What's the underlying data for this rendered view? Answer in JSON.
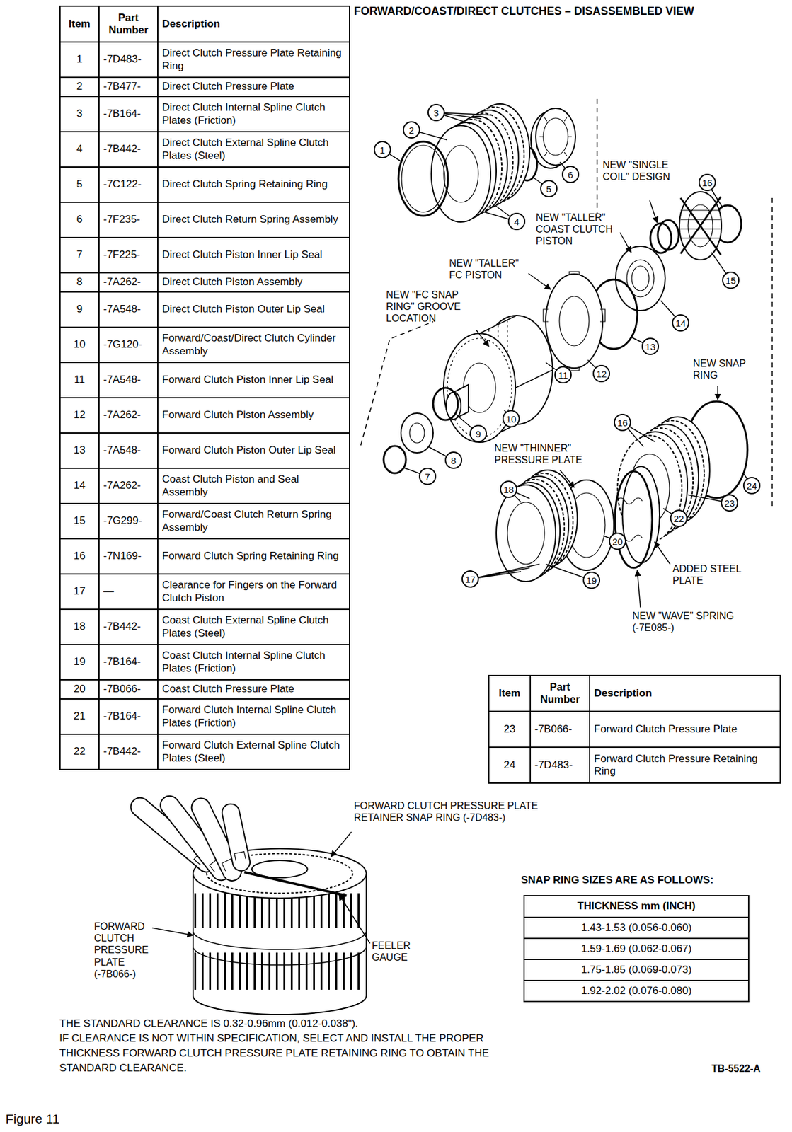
{
  "diagram": {
    "title": "FORWARD/COAST/DIRECT CLUTCHES – DISASSEMBLED VIEW",
    "caption": "Figure 11",
    "nodes": [
      {
        "text": [
          "3"
        ]
      },
      {
        "text": [
          "2"
        ]
      },
      {
        "text": [
          "1"
        ]
      },
      {
        "text": [
          "6"
        ]
      },
      {
        "text": [
          "16"
        ]
      },
      {
        "text": [
          "5"
        ]
      },
      {
        "text": [
          "4"
        ]
      },
      {
        "text": [
          "15"
        ]
      },
      {
        "text": [
          "14"
        ]
      },
      {
        "text": [
          "13"
        ]
      },
      {
        "text": [
          "12"
        ]
      },
      {
        "text": [
          "11"
        ]
      },
      {
        "text": [
          "10"
        ]
      },
      {
        "text": [
          "16"
        ]
      },
      {
        "text": [
          "9"
        ]
      },
      {
        "text": [
          "8"
        ]
      },
      {
        "text": [
          "7"
        ]
      },
      {
        "text": [
          "24"
        ]
      },
      {
        "text": [
          "18"
        ]
      },
      {
        "text": [
          "23"
        ]
      },
      {
        "text": [
          "22"
        ]
      },
      {
        "text": [
          "20"
        ]
      },
      {
        "text": [
          "17"
        ]
      },
      {
        "text": [
          "19"
        ]
      }
    ],
    "labels": [
      "Item",
      "Part Number",
      "Description",
      "1",
      "-7D483-",
      "Direct Clutch Pressure Plate Retaining Ring",
      "2",
      "-7B477-",
      "Direct Clutch Pressure Plate",
      "3",
      "-7B164-",
      "Direct Clutch Internal Spline Clutch Plates (Friction)",
      "4",
      "-7B442-",
      "Direct Clutch External Spline Clutch Plates (Steel)",
      "5",
      "-7C122-",
      "Direct Clutch Spring Retaining Ring",
      "6",
      "-7F235-",
      "Direct Clutch Return Spring Assembly",
      "7",
      "-7F225-",
      "Direct Clutch Piston Inner Lip Seal",
      "8",
      "-7A262-",
      "Direct Clutch Piston Assembly",
      "9",
      "-7A548-",
      "Direct Clutch Piston Outer Lip Seal",
      "10",
      "-7G120-",
      "Forward/Coast/Direct Clutch Cylinder Assembly",
      "11",
      "-7A548-",
      "Forward Clutch Piston Inner Lip Seal",
      "12",
      "-7A262-",
      "Forward Clutch Piston Assembly",
      "13",
      "-7A548-",
      "Forward Clutch Piston Outer Lip Seal",
      "14",
      "-7A262-",
      "Coast Clutch Piston and Seal Assembly",
      "15",
      "-7G299-",
      "Forward/Coast Clutch Return Spring Assembly",
      "16",
      "-7N169-",
      "Forward Clutch Spring Retaining Ring",
      "17",
      "—",
      "Clearance for Fingers on the Forward Clutch Piston",
      "18",
      "-7B442-",
      "Coast Clutch External Spline Clutch Plates (Steel)",
      "19",
      "-7B164-",
      "Coast Clutch Internal Spline Clutch Plates (Friction)",
      "20",
      "-7B066-",
      "Coast Clutch Pressure Plate",
      "21",
      "-7B164-",
      "Forward Clutch Internal Spline Clutch Plates (Friction)",
      "22",
      "-7B442-",
      "Forward Clutch External Spline Clutch Plates (Steel)",
      "Item",
      "Part Number",
      "Description",
      "23",
      "-7B066-",
      "Forward Clutch Pressure Plate",
      "24",
      "-7D483-",
      "Forward Clutch Pressure Retaining Ring",
      "SNAP RING SIZES ARE AS FOLLOWS:",
      "THICKNESS mm (INCH)",
      "1.43-1.53 (0.056-0.060)",
      "1.59-1.69 (0.062-0.067)",
      "1.75-1.85 (0.069-0.073)",
      "1.92-2.02 (0.076-0.080)",
      "NEW \"SINGLE COIL\" DESIGN",
      "NEW \"TALLER\" COAST CLUTCH PISTON",
      "NEW \"TALLER\" FC PISTON",
      "NEW \"FC SNAP RING\" GROOVE LOCATION",
      "NEW SNAP RING",
      "NEW \"THINNER\" PRESSURE PLATE",
      "ADDED STEEL PLATE",
      "NEW \"WAVE\" SPRING (-7E085-)",
      "FORWARD CLUTCH PRESSURE PLATE RETAINER SNAP RING (-7D483-)",
      "FORWARD CLUTCH PRESSURE PLATE (-7B066-)",
      "FEELER GAUGE",
      "THE STANDARD CLEARANCE IS 0.32-0.96mm (0.012-0.038\").",
      "IF CLEARANCE IS NOT WITHIN SPECIFICATION, SELECT AND INSTALL THE PROPER THICKNESS FORWARD CLUTCH PRESSURE PLATE RETAINING RING TO OBTAIN THE STANDARD CLEARANCE.",
      "TB-5522-A"
    ]
  }
}
